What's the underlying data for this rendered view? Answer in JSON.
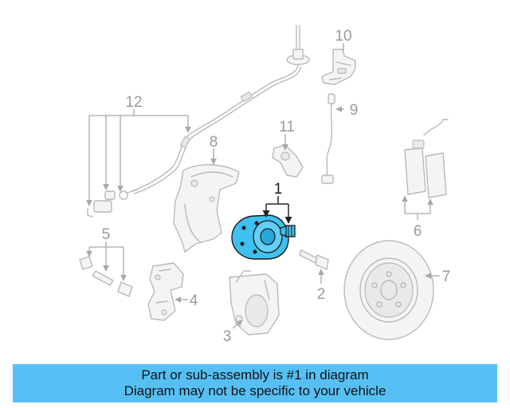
{
  "diagram": {
    "callouts": [
      "1",
      "2",
      "3",
      "4",
      "5",
      "6",
      "7",
      "8",
      "9",
      "10",
      "11",
      "12"
    ],
    "highlight_part": "1",
    "highlight_color": "#3fc0f0",
    "line_color": "#b9b9b9"
  },
  "banner": {
    "line1": "Part or sub-assembly is #1 in diagram",
    "line2": "Diagram may not be specific to your vehicle",
    "background": "#56c0f5"
  }
}
